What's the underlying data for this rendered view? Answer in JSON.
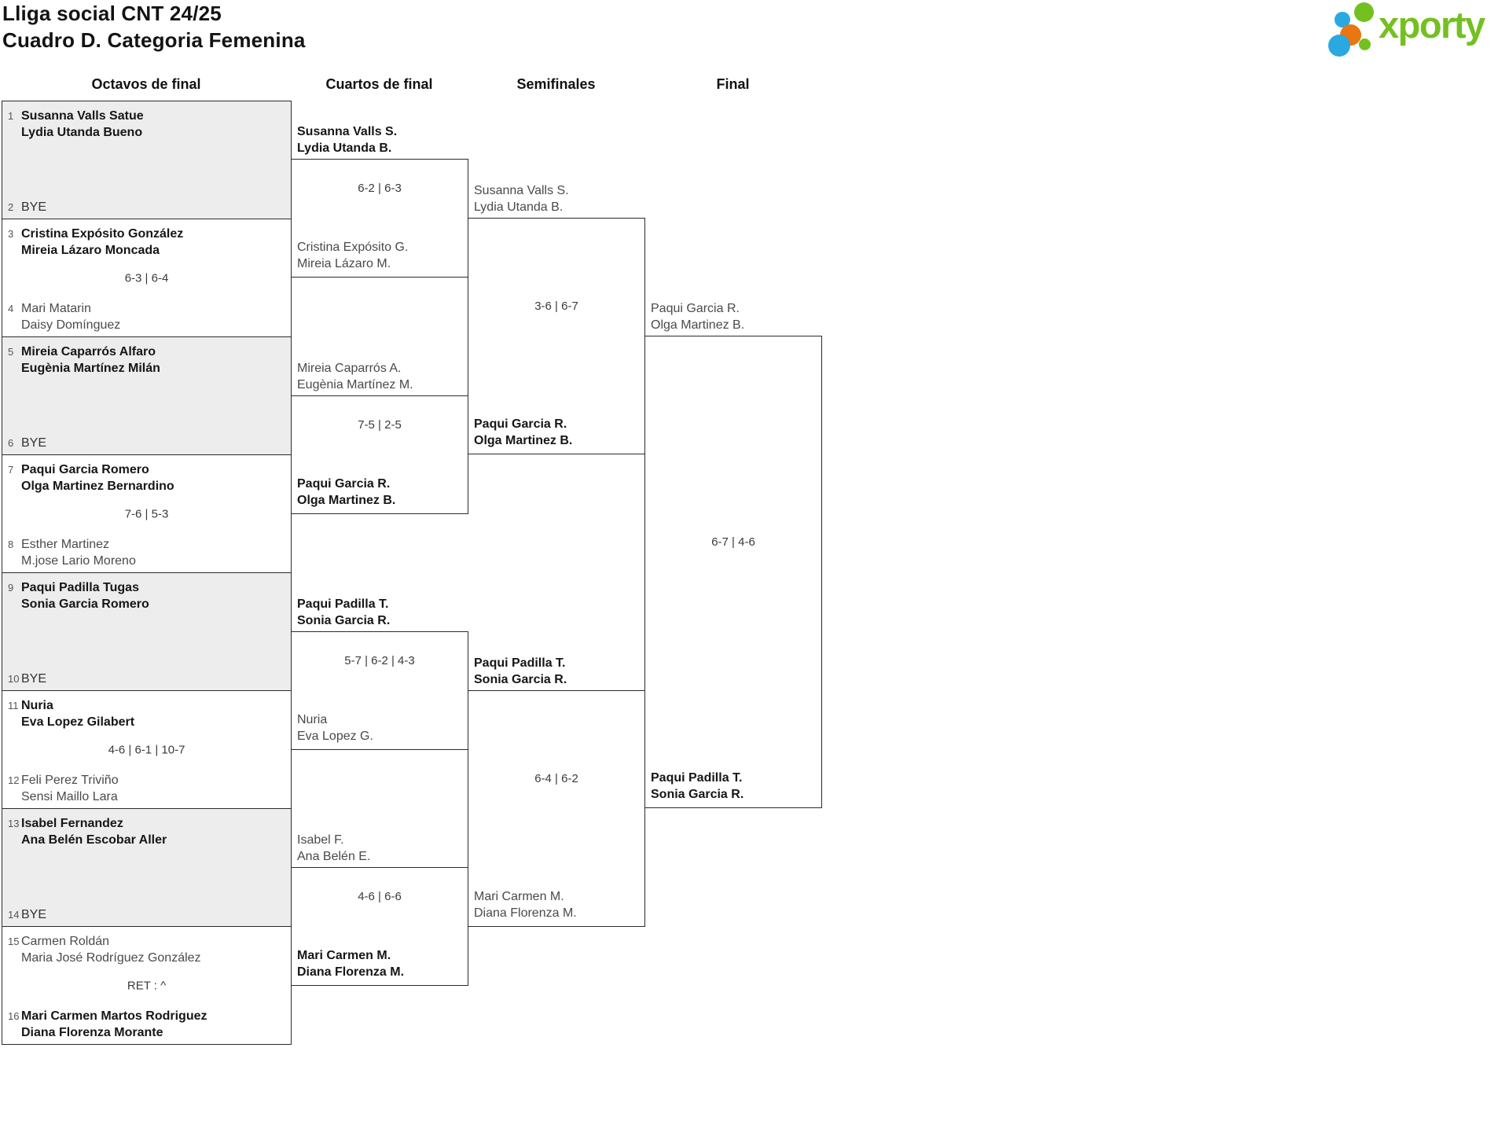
{
  "header": {
    "title_line1": "Lliga social CNT 24/25",
    "title_line2": "Cuadro D. Categoria Femenina",
    "logo_text": "xporty"
  },
  "colors": {
    "brand_green": "#74c020",
    "brand_blue": "#2aa9e0",
    "brand_orange": "#e87611",
    "bye_fill": "#ededed",
    "border": "#2b2b2b"
  },
  "round_labels": [
    "Octavos de final",
    "Cuartos de final",
    "Semifinales",
    "Final"
  ],
  "octavos": [
    {
      "top": {
        "seed": "1",
        "lines": [
          "Susanna Valls Satue",
          "Lydia Utanda Bueno"
        ],
        "winner": true
      },
      "bottom": {
        "seed": "2",
        "lines": [
          "BYE"
        ],
        "bye": true
      },
      "score": ""
    },
    {
      "top": {
        "seed": "3",
        "lines": [
          "Cristina Expósito González",
          "Mireia Lázaro Moncada"
        ],
        "winner": true
      },
      "bottom": {
        "seed": "4",
        "lines": [
          "Mari Matarin",
          "Daisy Domínguez"
        ],
        "winner": false
      },
      "score": "6-3 | 6-4"
    },
    {
      "top": {
        "seed": "5",
        "lines": [
          "Mireia Caparrós Alfaro",
          "Eugènia Martínez Milán"
        ],
        "winner": true
      },
      "bottom": {
        "seed": "6",
        "lines": [
          "BYE"
        ],
        "bye": true
      },
      "score": ""
    },
    {
      "top": {
        "seed": "7",
        "lines": [
          "Paqui Garcia Romero",
          "Olga Martinez Bernardino"
        ],
        "winner": true
      },
      "bottom": {
        "seed": "8",
        "lines": [
          "Esther Martinez",
          "M.jose Lario Moreno"
        ],
        "winner": false
      },
      "score": "7-6 | 5-3"
    },
    {
      "top": {
        "seed": "9",
        "lines": [
          "Paqui Padilla Tugas",
          "Sonia Garcia Romero"
        ],
        "winner": true
      },
      "bottom": {
        "seed": "10",
        "lines": [
          "BYE"
        ],
        "bye": true
      },
      "score": ""
    },
    {
      "top": {
        "seed": "11",
        "lines": [
          "Nuria",
          "Eva Lopez Gilabert"
        ],
        "winner": true
      },
      "bottom": {
        "seed": "12",
        "lines": [
          "Feli Perez Triviño",
          "Sensi Maillo Lara"
        ],
        "winner": false
      },
      "score": "4-6 | 6-1 | 10-7"
    },
    {
      "top": {
        "seed": "13",
        "lines": [
          "Isabel Fernandez",
          "Ana Belén Escobar Aller"
        ],
        "winner": true
      },
      "bottom": {
        "seed": "14",
        "lines": [
          "BYE"
        ],
        "bye": true
      },
      "score": ""
    },
    {
      "top": {
        "seed": "15",
        "lines": [
          "Carmen Roldán",
          "Maria José Rodríguez González"
        ],
        "winner": false
      },
      "bottom": {
        "seed": "16",
        "lines": [
          "Mari Carmen Martos Rodriguez",
          "Diana Florenza Morante"
        ],
        "winner": true
      },
      "score": "RET : ^"
    }
  ],
  "cuartos": [
    {
      "top": {
        "lines": [
          "Susanna Valls S.",
          "Lydia Utanda B."
        ],
        "winner": true
      },
      "bottom": {
        "lines": [
          "Cristina Expósito G.",
          "Mireia Lázaro M."
        ],
        "winner": false
      },
      "score": "6-2 | 6-3"
    },
    {
      "top": {
        "lines": [
          "Mireia Caparrós A.",
          "Eugènia Martínez M."
        ],
        "winner": false
      },
      "bottom": {
        "lines": [
          "Paqui Garcia R.",
          "Olga Martinez B."
        ],
        "winner": true
      },
      "score": "7-5 | 2-5"
    },
    {
      "top": {
        "lines": [
          "Paqui Padilla T.",
          "Sonia Garcia R."
        ],
        "winner": true
      },
      "bottom": {
        "lines": [
          "Nuria",
          "Eva Lopez G."
        ],
        "winner": false
      },
      "score": "5-7 | 6-2 | 4-3"
    },
    {
      "top": {
        "lines": [
          "Isabel F.",
          "Ana Belén E."
        ],
        "winner": false
      },
      "bottom": {
        "lines": [
          "Mari Carmen M.",
          "Diana Florenza M."
        ],
        "winner": true
      },
      "score": "4-6 | 6-6"
    }
  ],
  "semifinales": [
    {
      "top": {
        "lines": [
          "Susanna Valls S.",
          "Lydia Utanda B."
        ],
        "winner": false
      },
      "bottom": {
        "lines": [
          "Paqui Garcia R.",
          "Olga Martinez B."
        ],
        "winner": true
      },
      "score": "3-6 | 6-7"
    },
    {
      "top": {
        "lines": [
          "Paqui Padilla T.",
          "Sonia Garcia R."
        ],
        "winner": true
      },
      "bottom": {
        "lines": [
          "Mari Carmen M.",
          "Diana Florenza M."
        ],
        "winner": false
      },
      "score": "6-4 | 6-2"
    }
  ],
  "final": {
    "top": {
      "lines": [
        "Paqui Garcia R.",
        "Olga Martinez B."
      ],
      "winner": false
    },
    "bottom": {
      "lines": [
        "Paqui Padilla T.",
        "Sonia Garcia R."
      ],
      "winner": true
    },
    "score": "6-7 | 4-6"
  }
}
